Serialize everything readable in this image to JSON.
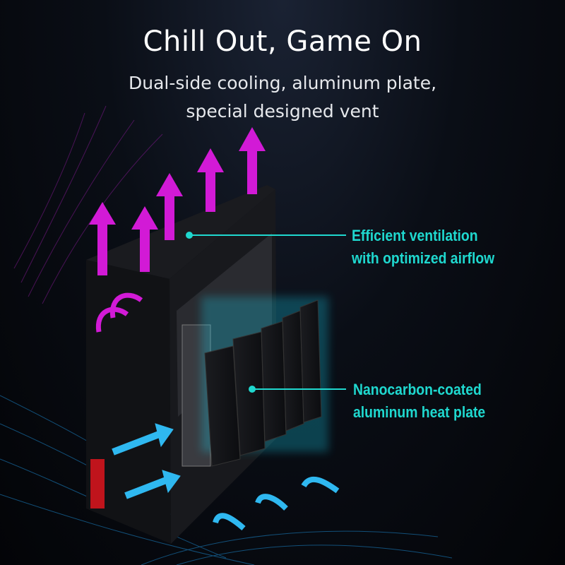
{
  "header": {
    "title": "Chill Out, Game On",
    "subtitle_lines": [
      "Dual-side cooling, aluminum plate,",
      "special designed vent"
    ]
  },
  "callouts": [
    {
      "lines": [
        "Efficient ventilation",
        "with optimized airflow"
      ]
    },
    {
      "lines": [
        "Nanocarbon-coated",
        "aluminum heat plate"
      ]
    }
  ],
  "colors": {
    "accent": "#1fd8cf",
    "exhaust_arrows": "#d21ad6",
    "intake_arrows": "#2fb8f0",
    "background": "#05070c"
  }
}
